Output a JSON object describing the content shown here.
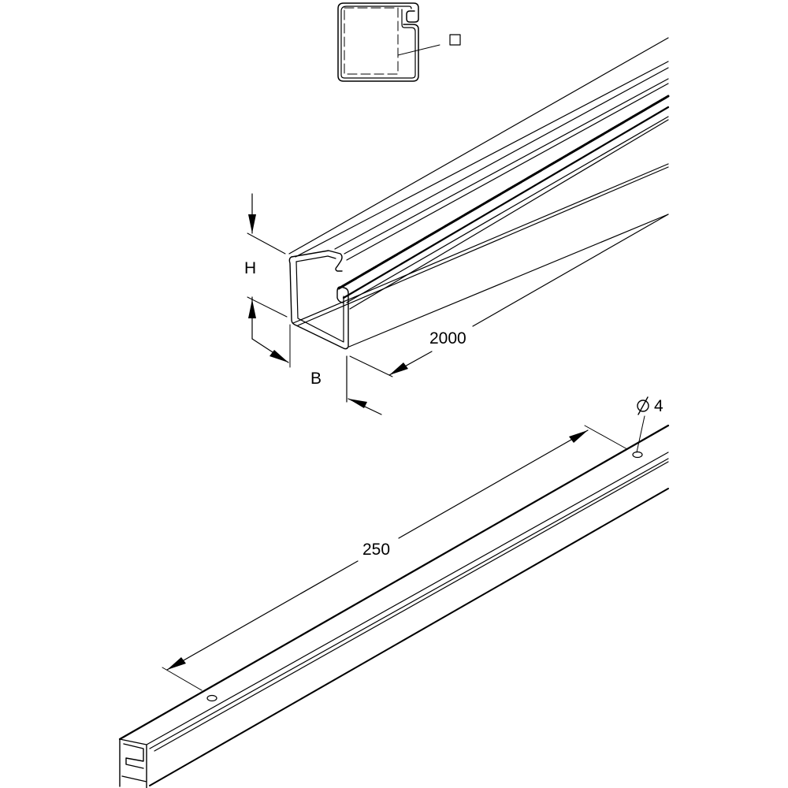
{
  "drawing": {
    "type": "technical-drawing",
    "subject": "cable trunking profile",
    "background_color": "#ffffff",
    "line_color": "#000000"
  },
  "cross_section": {
    "legend_symbol": "□"
  },
  "upper_profile": {
    "dimensions": {
      "height_label": "H",
      "width_label": "B",
      "length_label": "2000"
    }
  },
  "lower_profile": {
    "dimensions": {
      "hole_spacing_label": "250",
      "hole_diameter_label": "∅4"
    }
  }
}
